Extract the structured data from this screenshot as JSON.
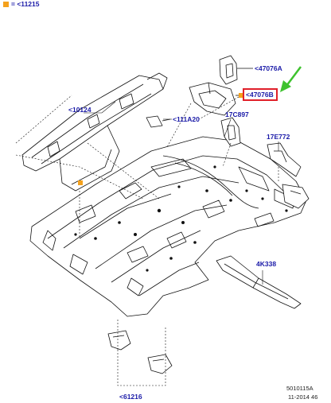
{
  "legend": {
    "symbol": "=",
    "ref": "<11215"
  },
  "callouts": {
    "c47076A": "<47076A",
    "c47076B": "<47076B",
    "c10124": "<10124",
    "c111A20": "<111A20",
    "c17C897": "17C897",
    "c17E772": "17E772",
    "c4K338": "4K338",
    "c61216": "<61216"
  },
  "footer": {
    "code": "5010115A",
    "date": "11-2014 46"
  },
  "colors": {
    "label": "#1a1aa8",
    "highlight": "#e0202a",
    "marker": "#f4a11d",
    "arrow": "#3ec22e",
    "line": "#111111"
  }
}
